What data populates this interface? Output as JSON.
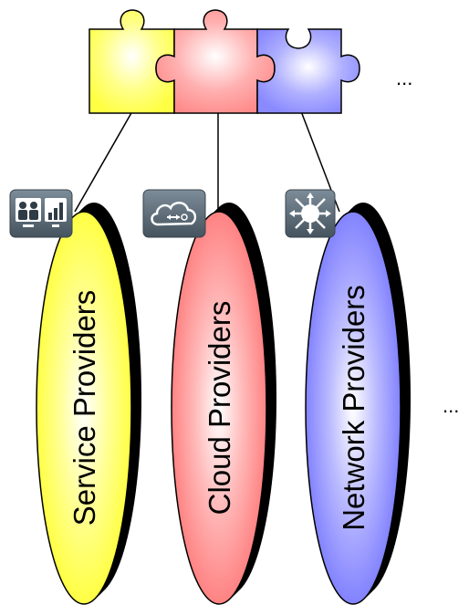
{
  "colors": {
    "yellow": "#ffff66",
    "red": "#ff9999",
    "blue": "#9999ff",
    "line": "#000000",
    "icon_bg": "#5b6b78"
  },
  "puzzle": {
    "pieces": [
      {
        "name": "yellow-puzzle-piece",
        "color": "#ffff66"
      },
      {
        "name": "red-puzzle-piece",
        "color": "#ff9999"
      },
      {
        "name": "blue-puzzle-piece",
        "color": "#9999ff"
      }
    ],
    "more_label": "..."
  },
  "providers": [
    {
      "label": "Service Providers",
      "color": "#ffff66",
      "icon": "users-chart-icon"
    },
    {
      "label": "Cloud Providers",
      "color": "#ff9999",
      "icon": "cloud-icon"
    },
    {
      "label": "Network Providers",
      "color": "#9999ff",
      "icon": "network-switch-icon"
    }
  ],
  "more_providers_label": "..."
}
